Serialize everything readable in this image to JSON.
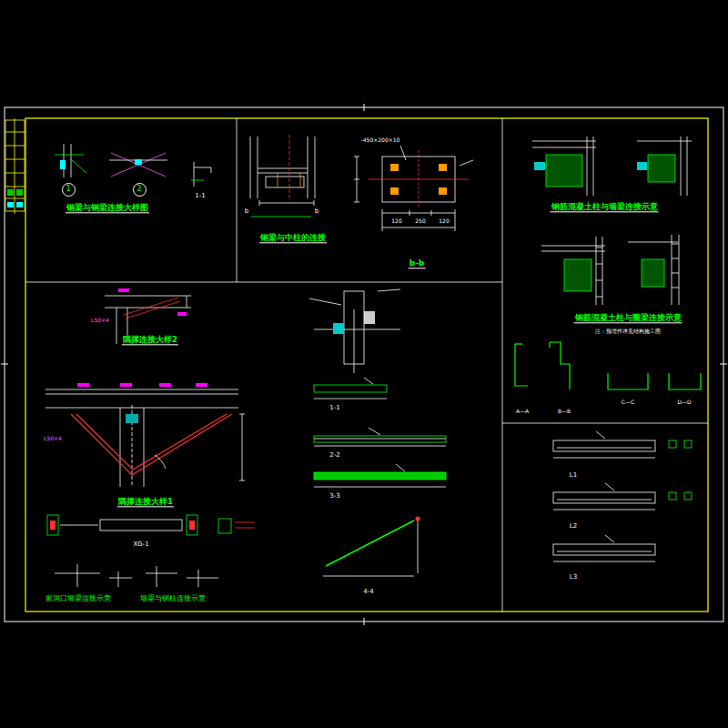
{
  "diagram": {
    "nodes": [
      {
        "text": [
          "钢梁与钢梁连接大样图"
        ]
      },
      {
        "text": [
          "1"
        ],
        "in": 0
      },
      {
        "text": [
          "2"
        ],
        "in": 0
      },
      {
        "text": [
          "钢梁与中柱的连接",
          "b-b"
        ]
      },
      {
        "text": [
          "钢筋混凝土柱与墙梁连接示意",
          "钢筋混凝土柱与圈梁连接示意"
        ]
      },
      {
        "text": [
          "隅撑连接大样2",
          "隅撑连接大样1"
        ]
      }
    ],
    "labels": [
      "1-1",
      "b",
      "b",
      "-450×200×10",
      "120",
      "250",
      "120",
      "L50×4",
      "L50×4",
      "1-1",
      "2-2",
      "3-3",
      "4-4",
      "XG-1",
      "窗洞口墙梁连接示意",
      "墙梁与钢柱连接示意",
      "A—A",
      "B—B",
      "C—C",
      "D—D",
      "L1",
      "L2",
      "L3",
      "注：预埋件详见结构施工图"
    ]
  }
}
